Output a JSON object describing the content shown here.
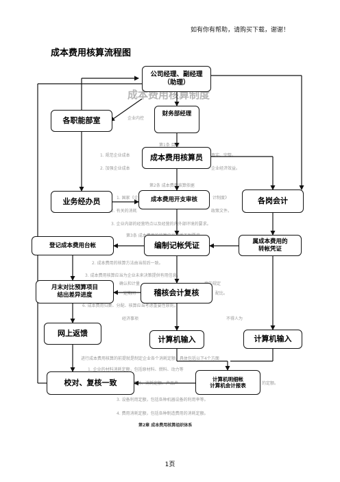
{
  "header_note": "如有你有帮助，请购买下载，谢谢！",
  "doc_title": "成本费用核算流程图",
  "background_text": {
    "heading": "成本费用核算制度",
    "lines": [
      "企业内控",
      "第1条 目的",
      "1. 规范企业成本",
      "真实、完整。",
      "2. 加强企业成本",
      "企业经济效益。",
      "第2条 成本费用核算依据",
      "1. 国家《企",
      "计制度》",
      "2. 有关的消耗",
      "政策文件。",
      "3. 企业内部的经营特点以及经营的内外部环境的要求。",
      "第3条 成本费用的核算应当遵循下列要求。",
      "2. 成本费用的核算方法由当前后一致。",
      "3. 成本费用核算应当为企业未来决策提供有用信息。",
      "确认和计量",
      "度的规定",
      "一定期间",
      "配比。",
      "6. 成本费用归集、分配、核算应当考虑重要性原则。",
      "经济事项",
      "不得人为",
      "进行成本费用核算的前提就是制定企业各个消耗定额，具体包括以下4个方面",
      "1. 企业的材料消耗定额，包括原材料、燃料、动力等",
      "工时、消耗定额、产品产",
      "的定额。",
      "3. 设备利用定额，包括各种机器设备的利用率等。",
      "4. 费用消耗定额，包括各种制造费用的消耗定额。"
    ],
    "section": "第2章 成本费用核算组织体系"
  },
  "boxes": {
    "manager": [
      "公司经理、副经理",
      "（助理）"
    ],
    "departments": "各职能部室",
    "finance_dept": "财务部经理",
    "cost_accountant": "成本费用核算员",
    "salesperson": "业务经办员",
    "expense_review": "成本费用开支审核",
    "post_accountant": "各岗会计",
    "ledger": "登记成本费用台帐",
    "voucher": "编制记帐凭证",
    "transfer": [
      "属成本费用的",
      "转帐凭证"
    ],
    "monthly": [
      "月末对比预算项目",
      "结出差异进度"
    ],
    "audit": "稽核会计复核",
    "feedback": "网上返馈",
    "input1": "计算机输入",
    "input2": "计算机输入",
    "proofread": "校对、复核一致",
    "report": [
      "计算机明细帐",
      "计算机会计报表"
    ]
  },
  "footer": "1页"
}
